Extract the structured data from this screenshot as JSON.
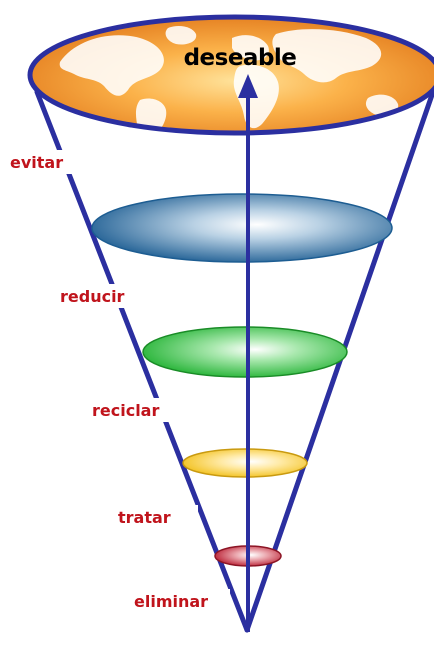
{
  "diagram": {
    "top_label": "deseable",
    "levels": [
      "evitar",
      "reducir",
      "reciclar",
      "tratar",
      "eliminar"
    ],
    "colors": {
      "outline": "#2b2fa0",
      "arrow": "#2b2fa0",
      "label": "#c0141c",
      "globe_ocean": "#f59a2e",
      "globe_land": "#ffffff",
      "disc_evitar": "#1d5d92",
      "disc_reducir": "#22b233",
      "disc_reciclar": "#f2c01a",
      "disc_tratar": "#b81c30"
    },
    "icons": [
      "world-map-icon",
      "arrow-up-icon"
    ]
  }
}
